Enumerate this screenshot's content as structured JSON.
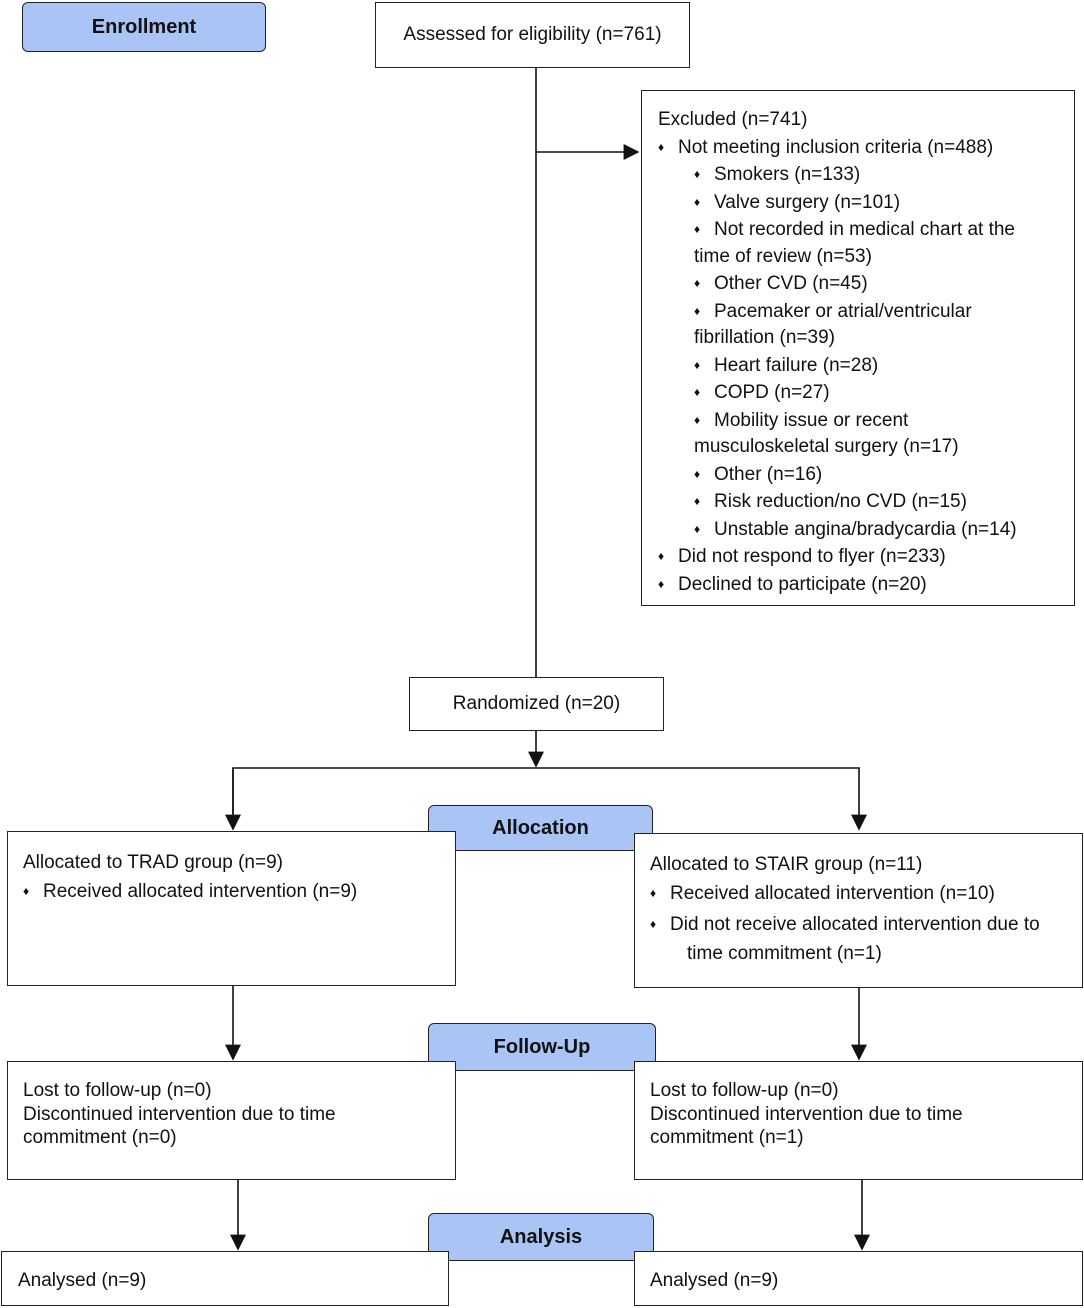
{
  "stages": {
    "enrollment": "Enrollment",
    "allocation": "Allocation",
    "followup": "Follow-Up",
    "analysis": "Analysis"
  },
  "bullet": "♦",
  "assessed": "Assessed for eligibility (n=761)",
  "excluded": {
    "title": "Excluded (n=741)",
    "items": [
      "Not meeting inclusion criteria (n=488)",
      "Smokers (n=133)",
      "Valve surgery (n=101)",
      "Not recorded in medical chart at the",
      "time of review (n=53)",
      "Other CVD (n=45)",
      "Pacemaker or atrial/ventricular",
      "fibrillation (n=39)",
      "Heart failure (n=28)",
      "COPD (n=27)",
      "Mobility issue or recent",
      "musculoskeletal surgery (n=17)",
      "Other (n=16)",
      "Risk reduction/no CVD (n=15)",
      "Unstable angina/bradycardia (n=14)",
      "Did not respond to flyer (n=233)",
      "Declined to participate (n=20)"
    ]
  },
  "randomized": "Randomized (n=20)",
  "trad": {
    "title": "Allocated to TRAD group (n=9)",
    "received": "Received allocated intervention (n=9)"
  },
  "stair": {
    "title": "Allocated to STAIR group (n=11)",
    "received": "Received allocated intervention (n=10)",
    "not_received_1": "Did not receive allocated intervention due to",
    "not_received_2": "time commitment (n=1)"
  },
  "followup_left": {
    "lost": "Lost to follow-up (n=0)",
    "disc_1": "Discontinued intervention due to time",
    "disc_2": "commitment (n=0)"
  },
  "followup_right": {
    "lost": "Lost to follow-up (n=0)",
    "disc_1": "Discontinued intervention due to time",
    "disc_2": "commitment (n=1)"
  },
  "analysed_left": "Analysed (n=9)",
  "analysed_right": "Analysed (n=9)"
}
